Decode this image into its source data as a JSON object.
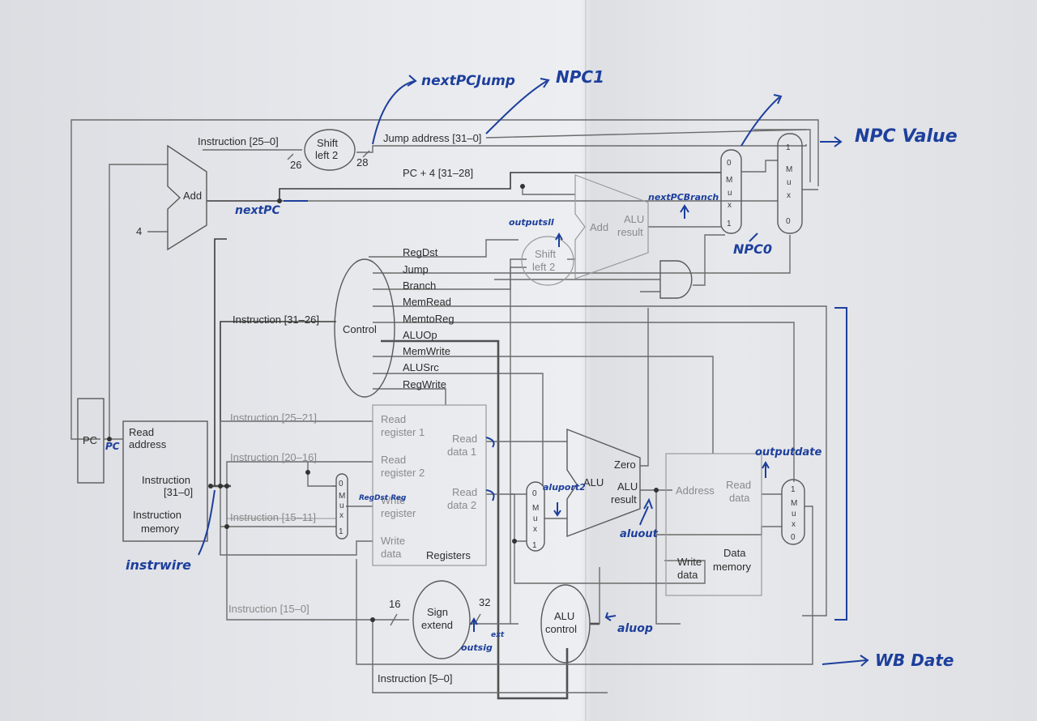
{
  "blocks": {
    "pc": "PC",
    "add_top": "Add",
    "const_four": "4",
    "instr_mem_read": "Read",
    "instr_mem_address": "address",
    "instr_mem_instruction": "Instruction",
    "instr_mem_range": "[31–0]",
    "instr_mem_title1": "Instruction",
    "instr_mem_title2": "memory",
    "shift_top1": "Shift",
    "shift_top2": "left 2",
    "shift_mid1": "Shift",
    "shift_mid2": "left 2",
    "add_branch": "Add",
    "alu_branch_result1": "ALU",
    "alu_branch_result2": "result",
    "control": "Control",
    "registers": "Registers",
    "reg_read1a": "Read",
    "reg_read1b": "register 1",
    "reg_read2a": "Read",
    "reg_read2b": "register 2",
    "reg_writea": "Write",
    "reg_writeb": "register",
    "reg_wdataa": "Write",
    "reg_wdatab": "data",
    "reg_rdata1a": "Read",
    "reg_rdata1b": "data 1",
    "reg_rdata2a": "Read",
    "reg_rdata2b": "data 2",
    "sign1": "Sign",
    "sign2": "extend",
    "alu_main": "ALU",
    "alu_zero": "Zero",
    "alu_res1": "ALU",
    "alu_res2": "result",
    "alu_ctrl1": "ALU",
    "alu_ctrl2": "control",
    "dm_address": "Address",
    "dm_read1": "Read",
    "dm_read2": "data",
    "dm_title1": "Data",
    "dm_title2": "memory",
    "dm_write1": "Write",
    "dm_write2": "data"
  },
  "mux": {
    "m": "M",
    "u": "u",
    "x": "x",
    "zero": "0",
    "one": "1"
  },
  "signals": {
    "regdst": "RegDst",
    "jump": "Jump",
    "branch": "Branch",
    "memread": "MemRead",
    "memtoreg": "MemtoReg",
    "aluop": "ALUOp",
    "memwrite": "MemWrite",
    "alusrc": "ALUSrc",
    "regwrite": "RegWrite"
  },
  "labels": {
    "instr_25_0": "Instruction [25–0]",
    "num_26": "26",
    "num_28": "28",
    "jump_address": "Jump address [31–0]",
    "pc4": "PC + 4 [31–28]",
    "instr_31_26": "Instruction [31–26]",
    "instr_25_21": "Instruction [25–21]",
    "instr_20_16": "Instruction [20–16]",
    "instr_15_11": "Instruction [15–11]",
    "instr_15_0": "Instruction [15–0]",
    "instr_5_0": "Instruction [5–0]",
    "num_16": "16",
    "num_32": "32"
  },
  "handwritten": {
    "next_pc_jump": "nextPCJump",
    "npc1": "NPC1",
    "npc_value": "NPC Value",
    "next_pc": "nextPC",
    "next_pc_branch": "nextPCBranch",
    "outputsll": "outputsll",
    "npc0": "NPC0",
    "pc_wire": "PC",
    "instr_wire": "instrwire",
    "reg_dst": "RegDst Reg",
    "aluport2": "aluport2",
    "alu_out": "aluout",
    "output_data": "outputdate",
    "alu_op": "aluop",
    "outsig": "outsig",
    "ext": "ext",
    "wb_data": "WB Date"
  },
  "colors": {
    "paper": "#e6e7eb",
    "ink": "#1d3f9c",
    "print": "#2c2c2c"
  }
}
